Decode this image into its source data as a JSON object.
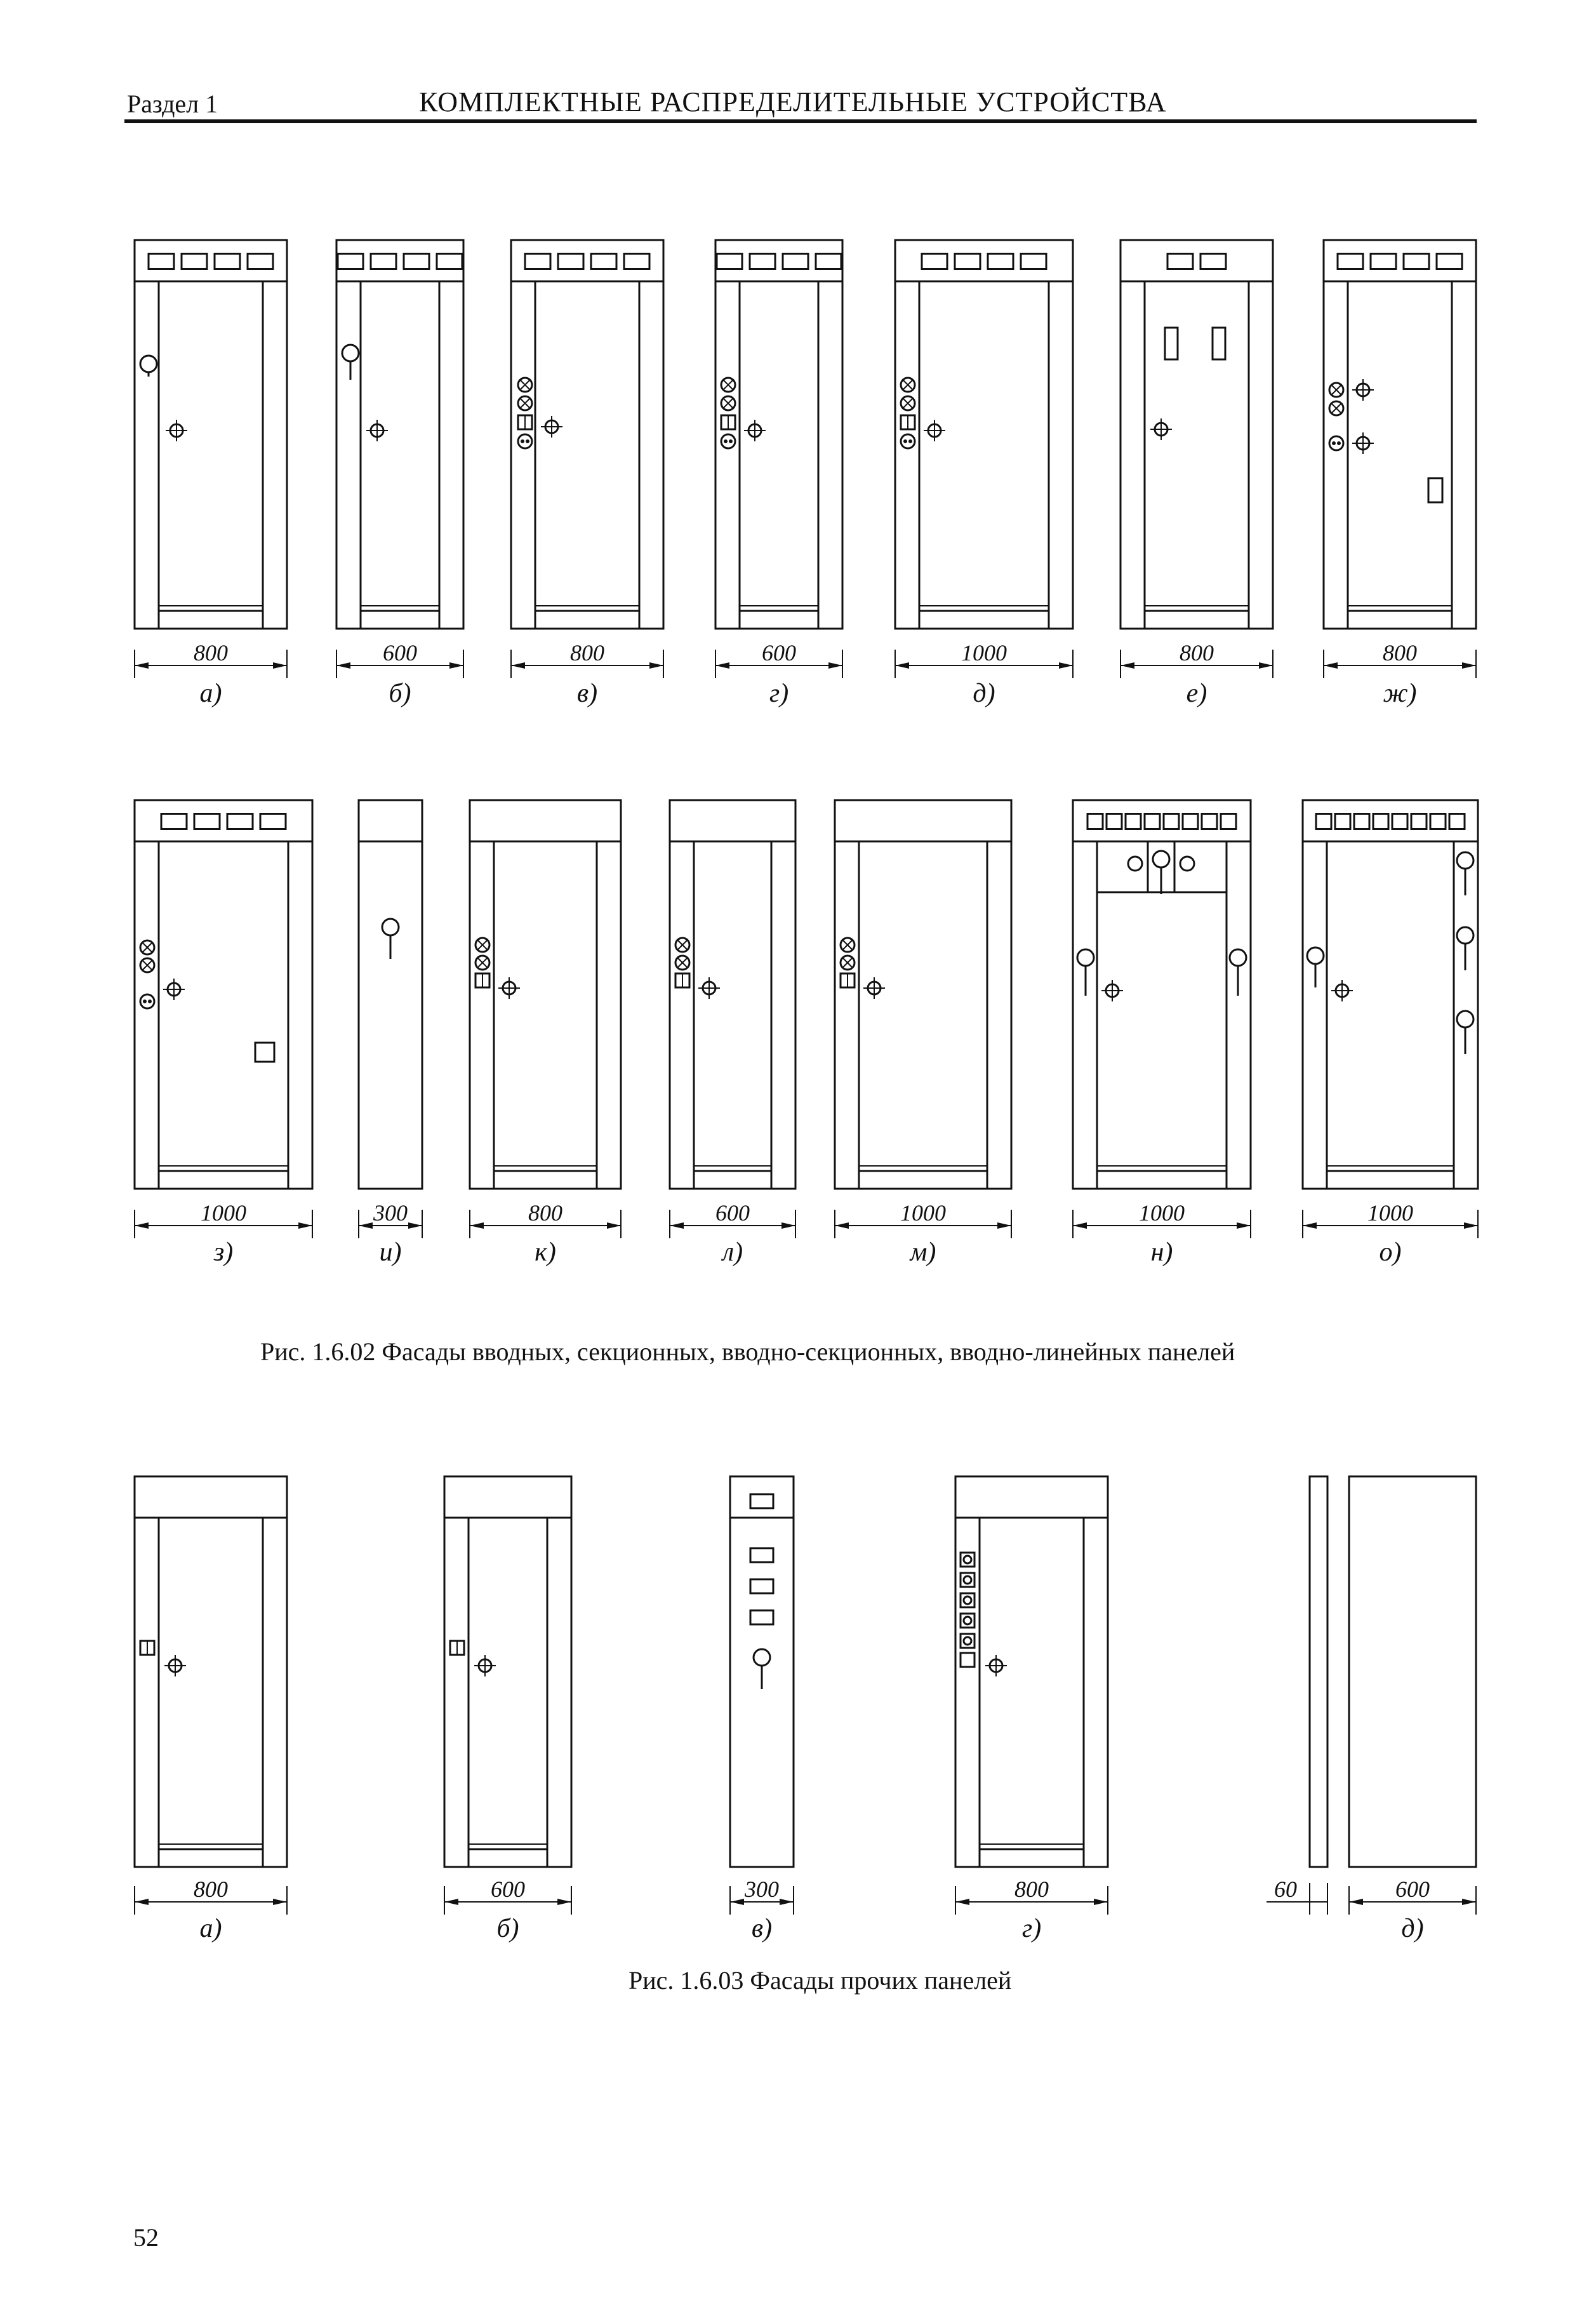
{
  "header": {
    "section": "Раздел 1",
    "title": "КОМПЛЕКТНЫЕ РАСПРЕДЕЛИТЕЛЬНЫЕ УСТРОЙСТВА"
  },
  "figure1": {
    "caption": "Рис. 1.6.02 Фасады вводных, секционных, вводно-секционных, вводно-линейных панелей",
    "panels": [
      {
        "letter": "а)",
        "width": "800"
      },
      {
        "letter": "б)",
        "width": "600"
      },
      {
        "letter": "в)",
        "width": "800"
      },
      {
        "letter": "г)",
        "width": "600"
      },
      {
        "letter": "д)",
        "width": "1000"
      },
      {
        "letter": "е)",
        "width": "800"
      },
      {
        "letter": "ж)",
        "width": "800"
      },
      {
        "letter": "з)",
        "width": "1000"
      },
      {
        "letter": "и)",
        "width": "300"
      },
      {
        "letter": "к)",
        "width": "800"
      },
      {
        "letter": "л)",
        "width": "600"
      },
      {
        "letter": "м)",
        "width": "1000"
      },
      {
        "letter": "н)",
        "width": "1000"
      },
      {
        "letter": "о)",
        "width": "1000"
      }
    ]
  },
  "figure2": {
    "caption": "Рис. 1.6.03 Фасады прочих панелей",
    "panels": [
      {
        "letter": "а)",
        "width": "800"
      },
      {
        "letter": "б)",
        "width": "600"
      },
      {
        "letter": "в)",
        "width": "300"
      },
      {
        "letter": "г)",
        "width": "800"
      },
      {
        "letter": "д)",
        "width": "600",
        "side_width": "60"
      }
    ]
  },
  "page_number": "52"
}
